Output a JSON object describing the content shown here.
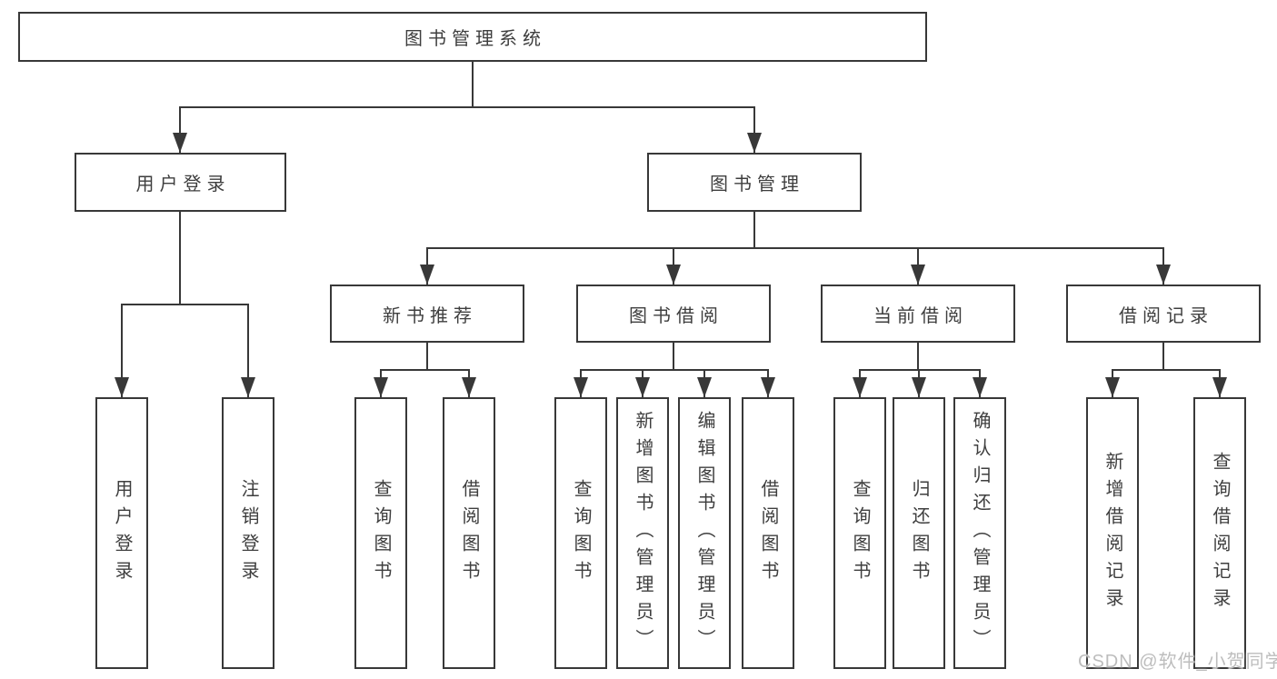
{
  "root": {
    "label": "图书管理系统"
  },
  "level2": [
    {
      "label": "用户登录"
    },
    {
      "label": "图书管理"
    }
  ],
  "level3": [
    {
      "label": "新书推荐"
    },
    {
      "label": "图书借阅"
    },
    {
      "label": "当前借阅"
    },
    {
      "label": "借阅记录"
    }
  ],
  "leaves": {
    "login": [
      "用户登录",
      "注销登录"
    ],
    "recommend": [
      "查询图书",
      "借阅图书"
    ],
    "borrow": [
      "查询图书",
      "新增图书（管理员）",
      "编辑图书（管理员）",
      "借阅图书"
    ],
    "current": [
      "查询图书",
      "归还图书",
      "确认归还（管理员）"
    ],
    "records": [
      "新增借阅记录",
      "查询借阅记录"
    ]
  },
  "watermark": {
    "text": "CSDN @软件_小贺同学"
  },
  "colors": {
    "line": "#383838",
    "text": "#3e3e3e",
    "box_background": "#ffffff",
    "watermark": "#bdbdbd",
    "background": "#ffffff"
  }
}
